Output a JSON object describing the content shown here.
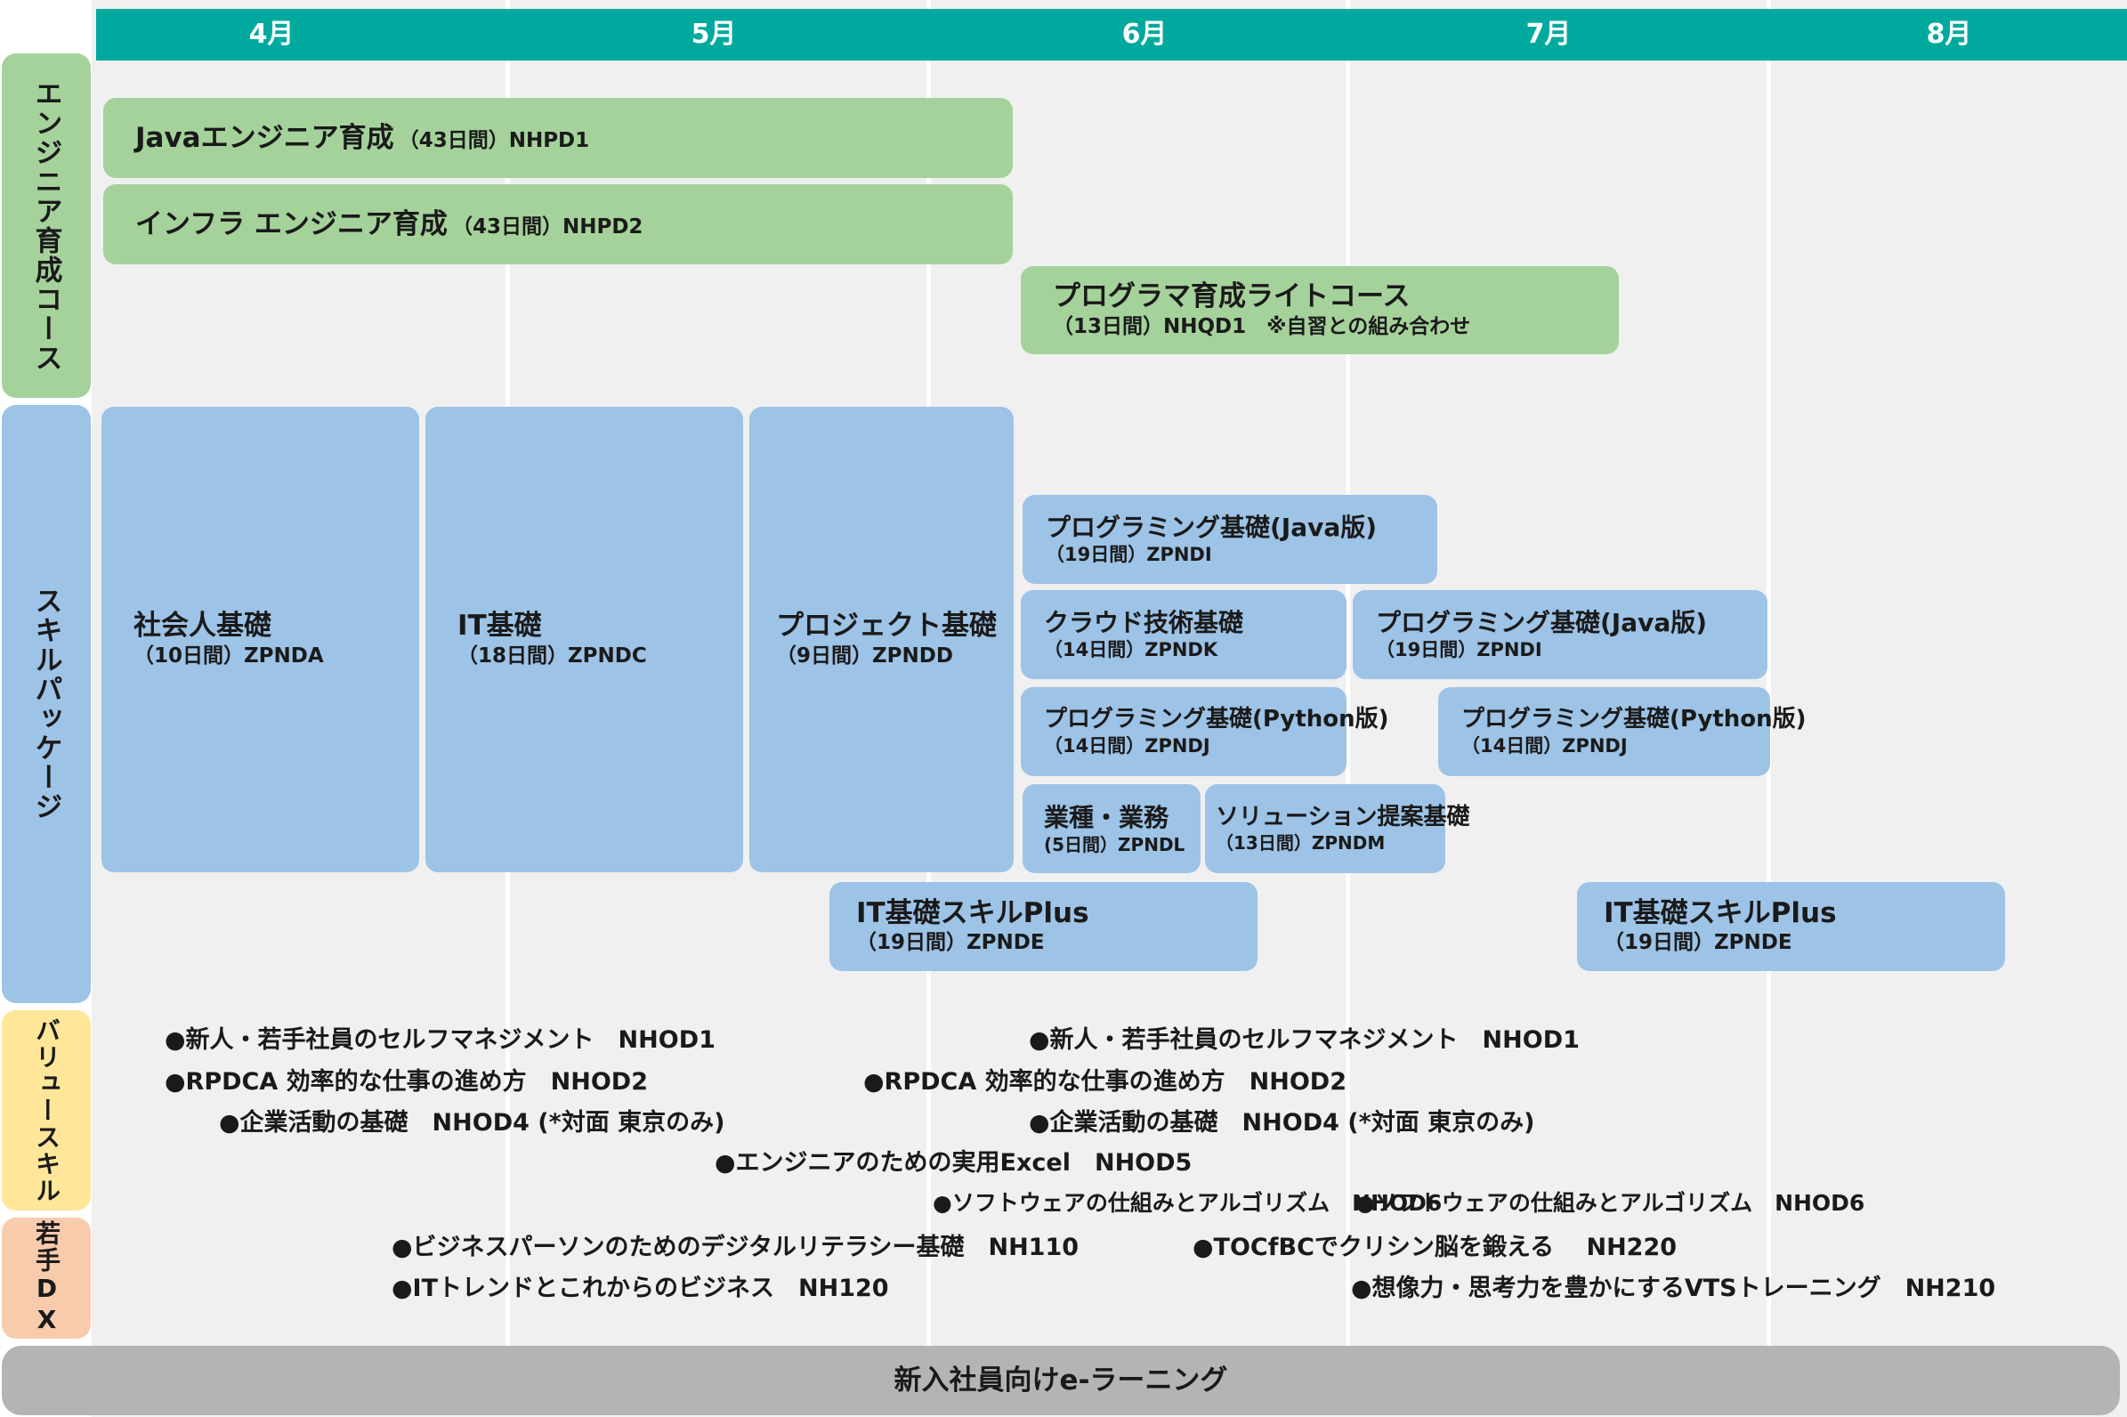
{
  "months": [
    "4月",
    "5月",
    "6月",
    "7月",
    "8月"
  ],
  "categories": {
    "engineer": "エンジニア育成コース",
    "skill": "スキルパッケージ",
    "value": "バリュースキル",
    "dx": "若手DX"
  },
  "engineer_courses": [
    {
      "title": "Javaエンジニア育成",
      "sub": "（43日間）NHPD1"
    },
    {
      "title": "インフラ エンジニア育成",
      "sub": "（43日間）NHPD2"
    },
    {
      "title": "プログラマ育成ライトコース",
      "sub": "（13日間）NHQD1　※自習との組み合わせ"
    }
  ],
  "skill_packages": [
    {
      "title": "社会人基礎",
      "sub": "（10日間）ZPNDA"
    },
    {
      "title": "IT基礎",
      "sub": "（18日間）ZPNDC"
    },
    {
      "title": "プロジェクト基礎",
      "sub": "（9日間）ZPNDD"
    },
    {
      "title": "プログラミング基礎(Java版)",
      "sub": "（19日間）ZPNDI"
    },
    {
      "title": "クラウド技術基礎",
      "sub": "（14日間）ZPNDK"
    },
    {
      "title": "プログラミング基礎(Java版)",
      "sub": "（19日間）ZPNDI"
    },
    {
      "title": "プログラミング基礎(Python版)",
      "sub": "（14日間）ZPNDJ"
    },
    {
      "title": "プログラミング基礎(Python版)",
      "sub": "（14日間）ZPNDJ"
    },
    {
      "title": "業種・業務",
      "sub": "(5日間）ZPNDL"
    },
    {
      "title": "ソリューション提案基礎",
      "sub": "（13日間）ZPNDM"
    },
    {
      "title": "IT基礎スキルPlus",
      "sub": "（19日間）ZPNDE"
    },
    {
      "title": "IT基礎スキルPlus",
      "sub": "（19日間）ZPNDE"
    }
  ],
  "value_skills": [
    "●新人・若手社員のセルフマネジメント　NHOD1",
    "●RPDCA 効率的な仕事の進め方　NHOD2",
    "●企業活動の基礎　NHOD4 (*対面 東京のみ)",
    "●新人・若手社員のセルフマネジメント　NHOD1",
    "●RPDCA 効率的な仕事の進め方　NHOD2",
    "●企業活動の基礎　NHOD4 (*対面 東京のみ)",
    "●エンジニアのための実用Excel　NHOD5",
    "●ソフトウェアの仕組みとアルゴリズム　NHOD6",
    "●ソフトウェアの仕組みとアルゴリズム　NHOD6"
  ],
  "dx_courses": [
    "●ビジネスパーソンのためのデジタルリテラシー基礎　NH110",
    "●ITトレンドとこれからのビジネス　NH120",
    "●TOCfBCでクリシン脳を鍛える　 NH220",
    "●想像力・思考力を豊かにするVTSトレーニング　NH210"
  ],
  "elearning": "新入社員向けe-ラーニング"
}
